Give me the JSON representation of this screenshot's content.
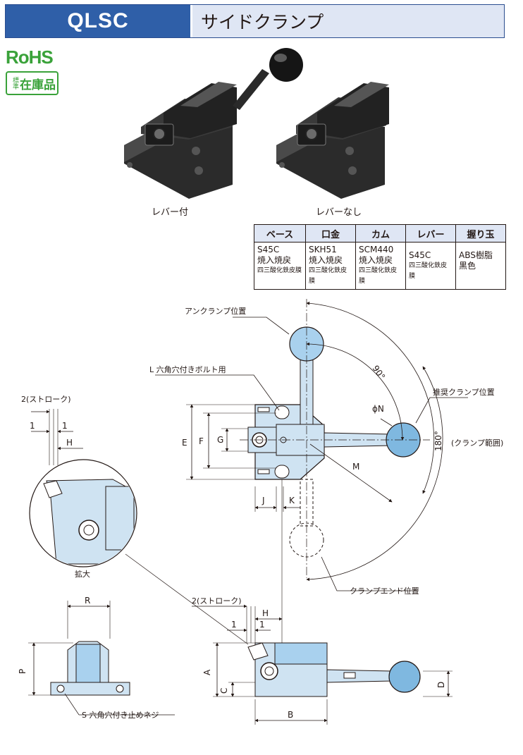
{
  "header": {
    "code": "QLSC",
    "title": "サイドクランプ"
  },
  "badges": {
    "rohs": "RoHS",
    "stock_small": "標準",
    "stock_big": "在庫品"
  },
  "photos": {
    "with_lever": "レバー付",
    "without_lever": "レバーなし"
  },
  "materials": {
    "headers": [
      "ベース",
      "口金",
      "カム",
      "レバー",
      "握り玉"
    ],
    "cells": [
      [
        "S45C",
        "焼入焼戻",
        "四三酸化鉄皮膜"
      ],
      [
        "SKH51",
        "焼入焼戻",
        "四三酸化鉄皮膜"
      ],
      [
        "SCM440",
        "焼入焼戻",
        "四三酸化鉄皮膜"
      ],
      [
        "S45C",
        "四三酸化鉄皮膜"
      ],
      [
        "ABS樹脂",
        "黒色"
      ]
    ]
  },
  "drawing": {
    "unclamp_pos": "アンクランプ位置",
    "bolt_label": "L 六角穴付きボルト用",
    "angle_90": "90°",
    "recommended_pos": "推奨クランプ位置",
    "phi_n": "ϕN",
    "angle_180": "180°",
    "clamp_range": "(クランプ範囲)",
    "stroke": "2(ストローク)",
    "stroke2": "2(ストローク)",
    "one_a": "1",
    "one_b": "1",
    "one_c": "1",
    "one_d": "1",
    "h_a": "H",
    "h_b": "H",
    "e": "E",
    "f": "F",
    "g": "G",
    "m": "M",
    "j": "J",
    "k": "K",
    "enlarge": "拡大",
    "clamp_end": "クランプエンド位置",
    "r": "R",
    "p": "P",
    "a": "A",
    "b": "B",
    "c": "C",
    "d": "D",
    "set_screw": "S 六角穴付き止めネジ"
  }
}
